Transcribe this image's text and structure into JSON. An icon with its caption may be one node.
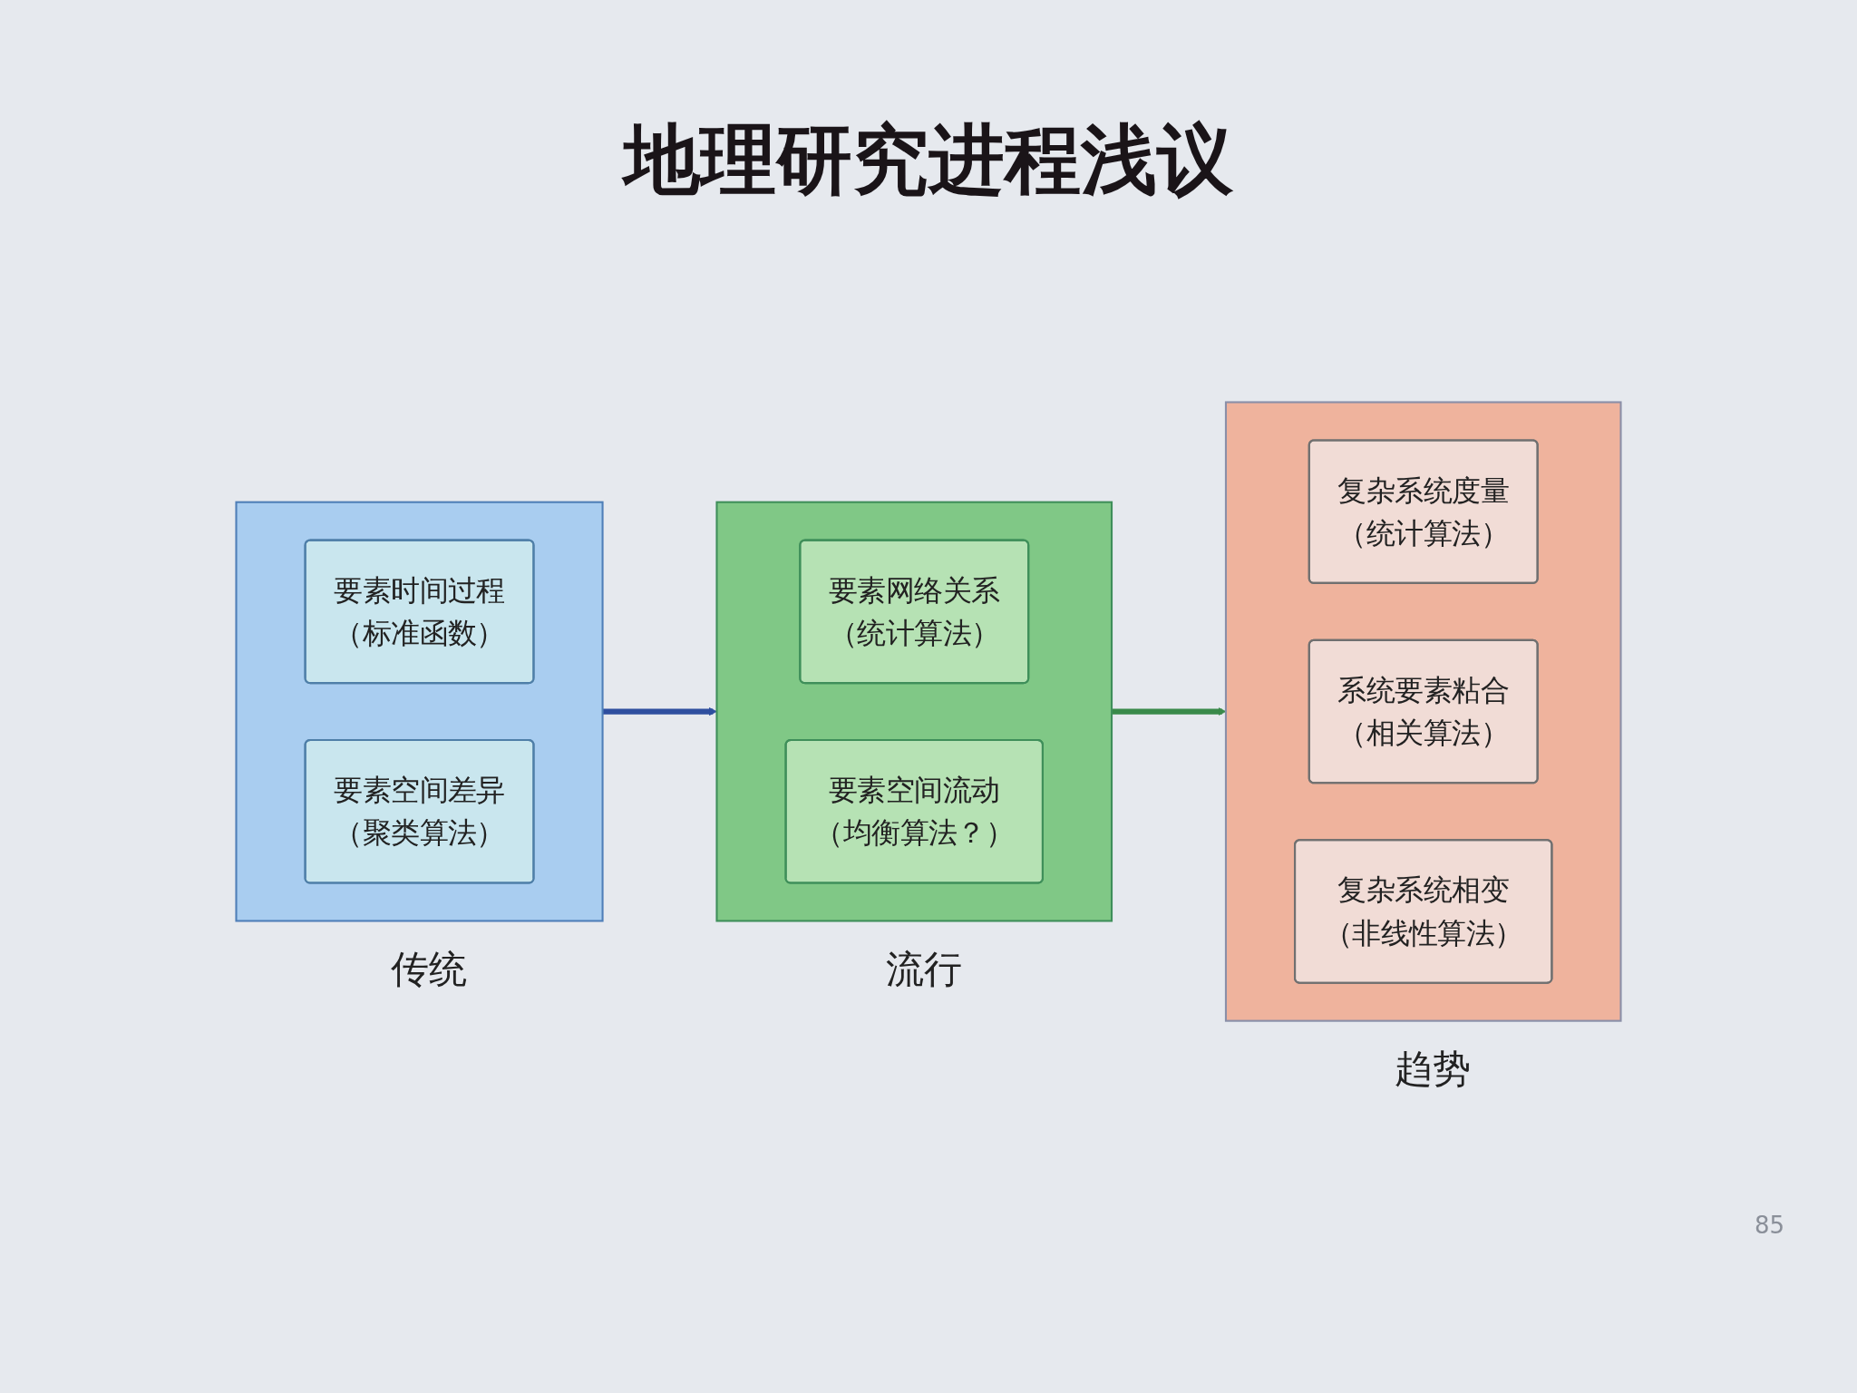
{
  "diagram": {
    "title": "地理研究进程浅议",
    "nodes": [
      {
        "text": [
          "传统"
        ]
      },
      {
        "text": [
          "要素时间过程",
          "（标准函数）"
        ],
        "in": 0
      },
      {
        "text": [
          "要素空间差异",
          "（聚类算法）"
        ],
        "in": 0
      },
      {
        "text": [
          "流行"
        ]
      },
      {
        "text": [
          "要素网络关系",
          "（统计算法）"
        ],
        "in": 3
      },
      {
        "text": [
          "要素空间流动",
          "（均衡算法？）"
        ],
        "in": 3
      },
      {
        "text": [
          "趋势"
        ]
      },
      {
        "text": [
          "复杂系统度量",
          "（统计算法）"
        ],
        "in": 6
      },
      {
        "text": [
          "系统要素粘合",
          "（相关算法）"
        ],
        "in": 6
      },
      {
        "text": [
          "复杂系统相变",
          "（非线性算法）"
        ],
        "in": 6
      }
    ],
    "edges": [
      {
        "from": 0,
        "to": 3,
        "arrow": "to",
        "color": "#2f4f9f"
      },
      {
        "from": 3,
        "to": 6,
        "arrow": "to",
        "color": "#3a8a4a"
      }
    ],
    "labels": [
      "85"
    ]
  }
}
